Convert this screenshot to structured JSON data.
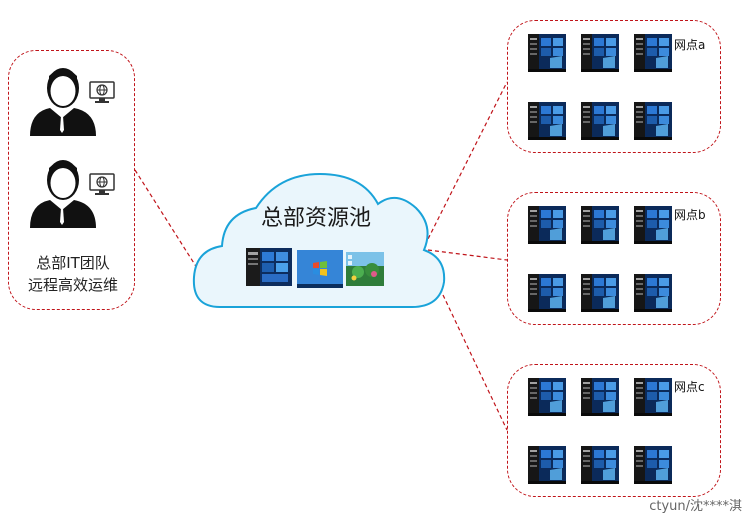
{
  "team": {
    "line1": "总部IT团队",
    "line2": "远程高效运维",
    "icons": [
      "admin-person-icon",
      "monitor-globe-icon"
    ]
  },
  "cloud": {
    "title": "总部资源池",
    "icons": [
      "win10-desktop-icon",
      "win7-desktop-icon",
      "nature-wallpaper-desktop-icon"
    ]
  },
  "sites": [
    {
      "label": "网点a"
    },
    {
      "label": "网点b"
    },
    {
      "label": "网点c"
    }
  ],
  "watermark": "ctyun/沈****淇",
  "colors": {
    "dashed_border": "#c0141a",
    "cloud_stroke": "#1aa3d9",
    "cloud_fill": "#eaf6fc",
    "win_blue": "#0a4fa8"
  }
}
